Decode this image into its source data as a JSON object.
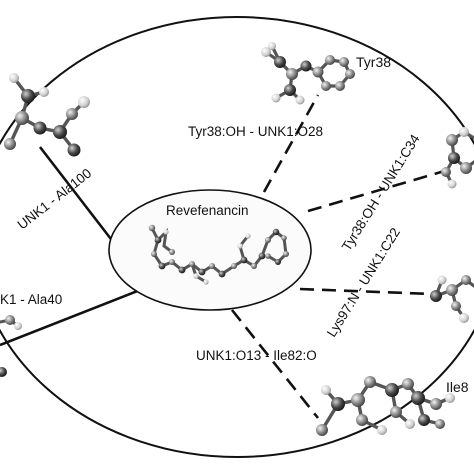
{
  "center": {
    "label": "Revefenancin"
  },
  "residues": {
    "tyr38_top": "Tyr38",
    "ile82": "Ile8"
  },
  "interactions": [
    {
      "id": "tyr38-oh-o28",
      "label": "Tyr38:OH - UNK1:O28",
      "style": "dashed"
    },
    {
      "id": "tyr38-oh-c34",
      "label": "Tyr38:OH - UNK1:C34",
      "style": "dashed"
    },
    {
      "id": "lys97-n-c22",
      "label": "Lys97:N - UNK1:C22",
      "style": "dashed"
    },
    {
      "id": "unk1-o13-ile82",
      "label": "UNK1:O13 - Ile82:O",
      "style": "dashed"
    },
    {
      "id": "unk1-ala100",
      "label": "UNK1 - Ala100",
      "style": "solid"
    },
    {
      "id": "unk1-ala40",
      "label": "K1 - Ala40",
      "style": "solid"
    }
  ],
  "colors": {
    "line": "#111111",
    "atom_dark": "#3a3a3a",
    "atom_mid": "#7a7a7a",
    "atom_light": "#d8d8d8"
  }
}
